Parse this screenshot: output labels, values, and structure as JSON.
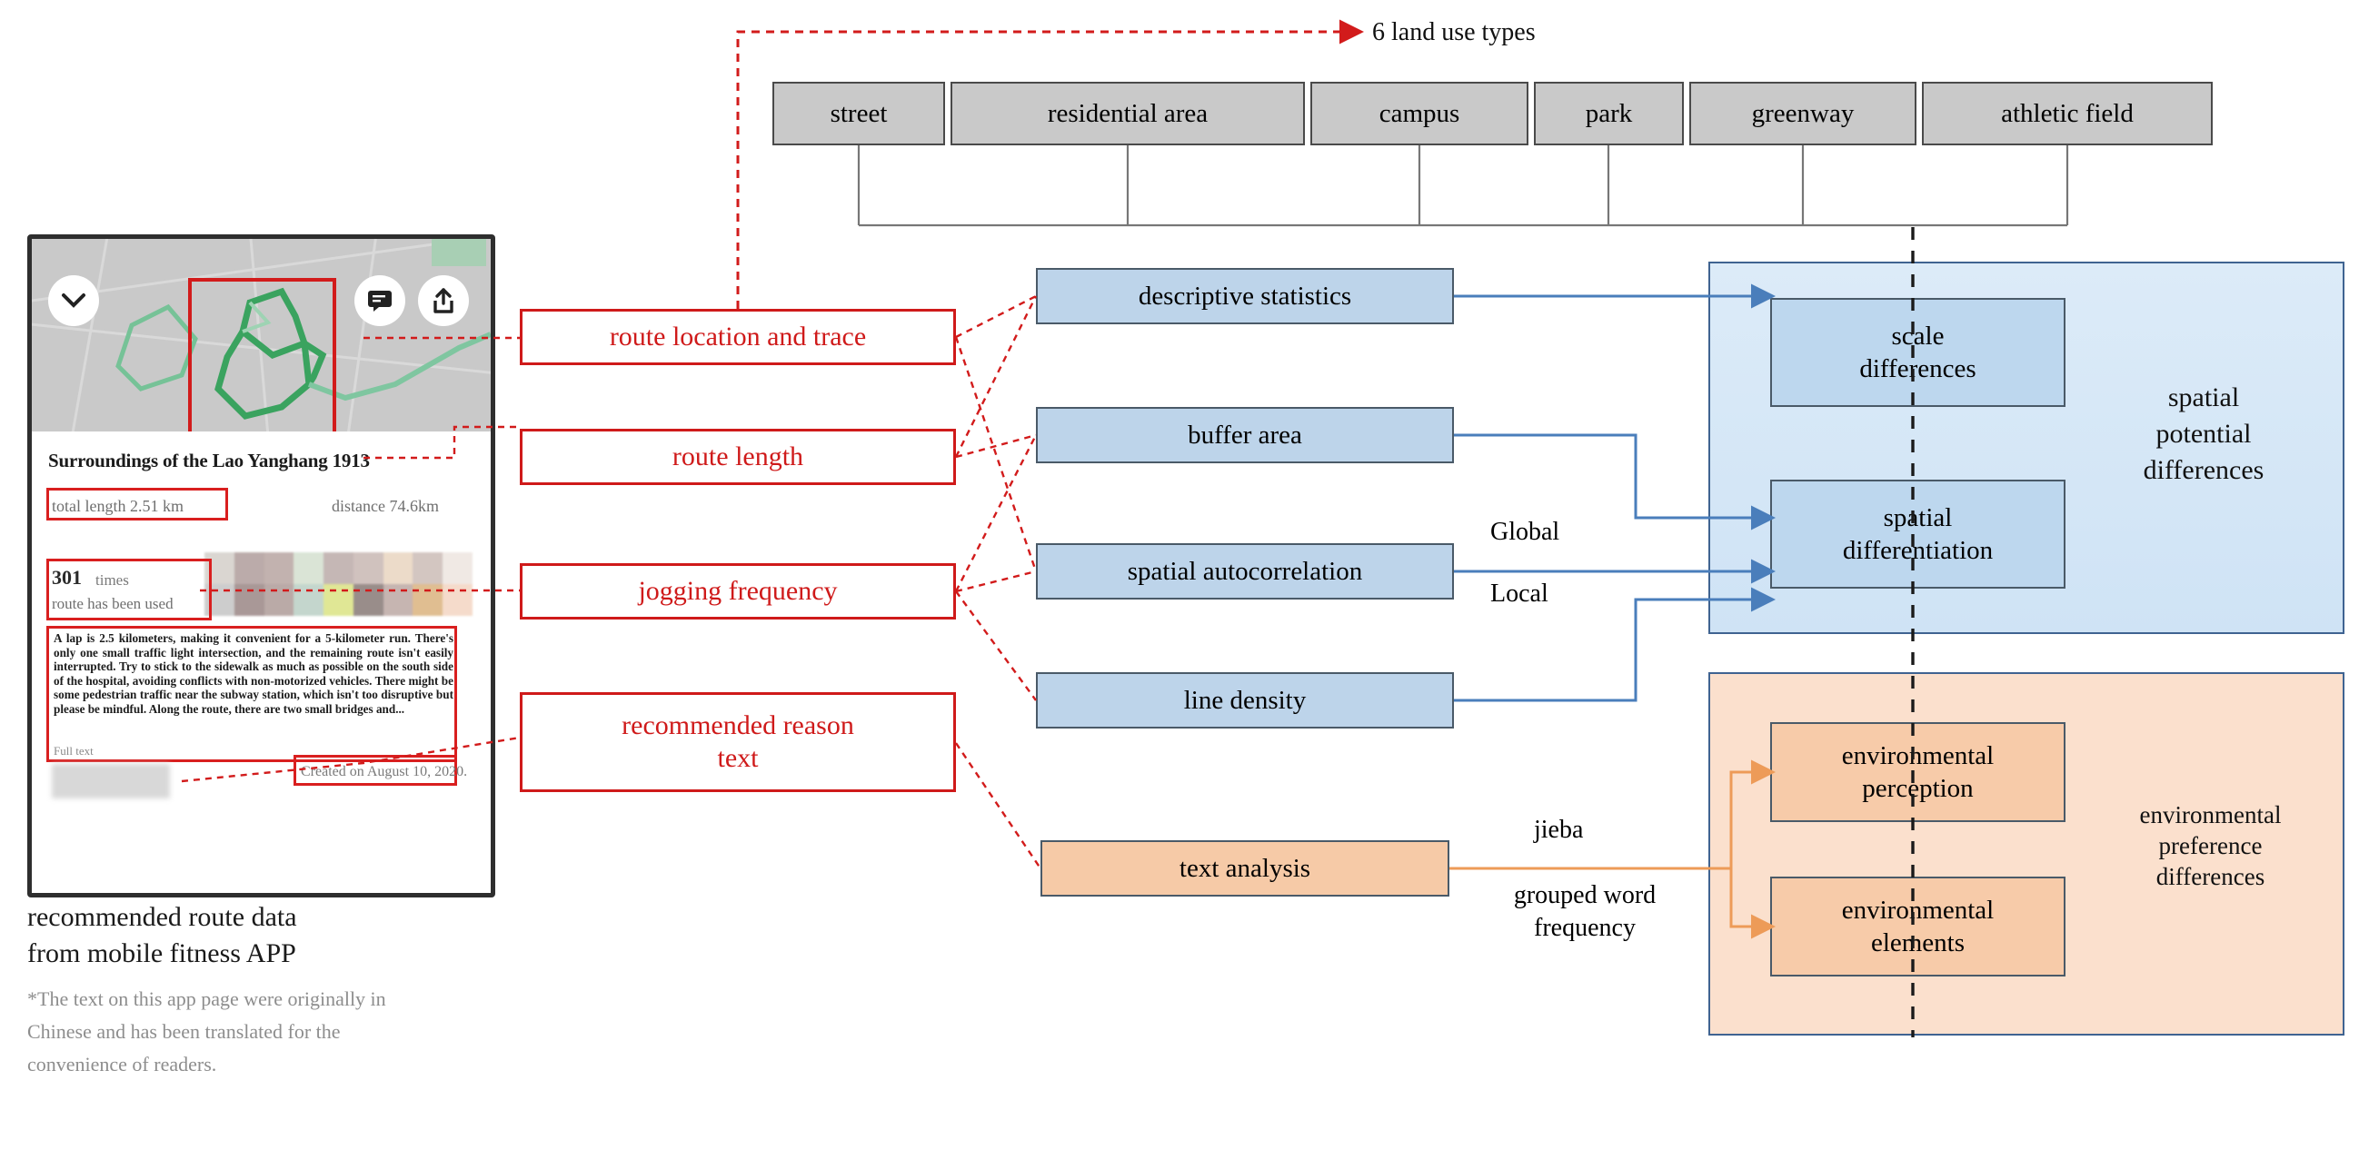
{
  "phone": {
    "title": "Surroundings of the Lao Yanghang 1913",
    "total_length": "total length 2.51 km",
    "distance": "distance 74.6km",
    "times_count": "301",
    "times_word": "times",
    "times_sub": "route has been used",
    "paragraph": "A lap is 2.5 kilometers, making it convenient for a 5-kilometer run. There's only one small traffic light intersection, and the remaining route isn't easily interrupted. Try to stick to the sidewalk as much as possible on the south side of the hospital, avoiding conflicts with non-motorized vehicles. There might be some pedestrian traffic near the subway station, which isn't too disruptive but please be mindful. Along the route, there are two small bridges and...",
    "full_text_link": "Full text",
    "created": "Created on August 10, 2020.",
    "icons": {
      "collapse": "chevron-down-icon",
      "comment": "comment-icon",
      "share": "share-icon"
    }
  },
  "caption": "recommended route data\nfrom mobile fitness APP",
  "note": "*The text on this app page were originally in\nChinese and has been translated for the\nconvenience of readers.",
  "annotations": [
    {
      "label": "route location and trace"
    },
    {
      "label": "route length"
    },
    {
      "label": "jogging frequency"
    },
    {
      "label": "recommended reason\ntext"
    }
  ],
  "land_use": {
    "header": "6 land use types",
    "types": [
      "street",
      "residential area",
      "campus",
      "park",
      "greenway",
      "athletic field"
    ]
  },
  "methods": [
    {
      "label": "descriptive statistics",
      "kind": "blue"
    },
    {
      "label": "buffer area",
      "kind": "blue"
    },
    {
      "label": "spatial autocorrelation",
      "kind": "blue"
    },
    {
      "label": "line density",
      "kind": "blue"
    },
    {
      "label": "text analysis",
      "kind": "orange"
    }
  ],
  "edge_labels": {
    "global": "Global",
    "local": "Local",
    "jieba": "jieba",
    "grouped_word_frequency": "grouped word\nfrequency"
  },
  "results": {
    "spatial": {
      "panel_label": "spatial\npotential\ndifferences",
      "boxes": [
        "scale\ndifferences",
        "spatial\ndifferentiation"
      ]
    },
    "environmental": {
      "panel_label": "environmental\npreference\ndifferences",
      "boxes": [
        "environmental\nperception",
        "environmental\nelements"
      ]
    }
  },
  "colors": {
    "red": "#cf1a1a",
    "blue_box": "#bdd4ea",
    "orange_box": "#f6caa7",
    "gray_box": "#c9c9c9",
    "blue_panel": "#dcebf8",
    "orange_panel": "#fbe0cd",
    "blue_arrow": "#4a7ebb",
    "orange_arrow": "#ed9b58",
    "route_green": "#3aa35f"
  }
}
